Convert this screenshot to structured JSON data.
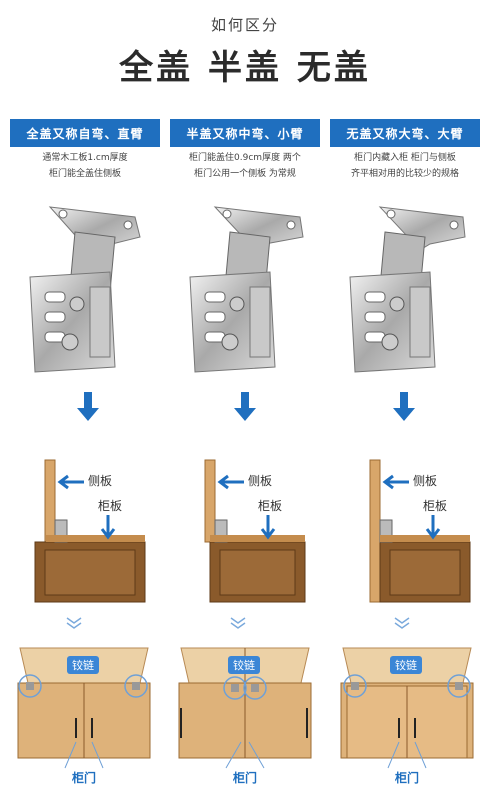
{
  "header": {
    "subtitle": "如何区分",
    "title": "全盖 半盖 无盖"
  },
  "columns": [
    {
      "label": "全盖又称自弯、直臂",
      "desc_line1": "通常木工板1.cm厚度",
      "desc_line2": "柜门能全盖住侧板"
    },
    {
      "label": "半盖又称中弯、小臂",
      "desc_line1": "柜门能盖住0.9cm厚度 两个",
      "desc_line2": "柜门公用一个侧板 为常规"
    },
    {
      "label": "无盖又称大弯、大臂",
      "desc_line1": "柜门内藏入柜 柜门与侧板",
      "desc_line2": "齐平相对用的比较少的规格"
    }
  ],
  "diagram": {
    "side_panel_label": "侧板",
    "door_panel_label": "柜板",
    "hinge_tag": "铰链",
    "cabinet_door_label": "柜门"
  },
  "colors": {
    "accent": "#1f6fbf",
    "wood": "#d8a66a"
  }
}
